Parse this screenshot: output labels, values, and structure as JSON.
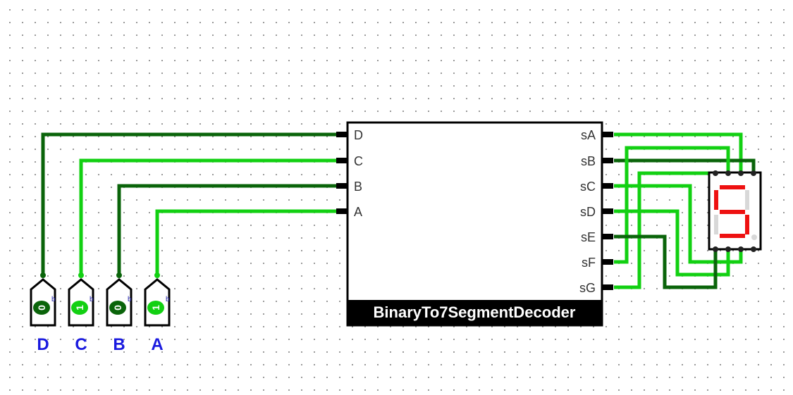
{
  "colors": {
    "wire_high": "#12d012",
    "wire_low": "#0a640a",
    "segment_on": "#ee1111",
    "segment_off": "#d8d8d8",
    "label_blue": "#1a1adf",
    "chip_title_bg": "#000000"
  },
  "decoder": {
    "title": "BinaryTo7SegmentDecoder",
    "inputs": [
      {
        "name": "D",
        "state": "low"
      },
      {
        "name": "C",
        "state": "high"
      },
      {
        "name": "B",
        "state": "low"
      },
      {
        "name": "A",
        "state": "high"
      }
    ],
    "outputs": [
      {
        "name": "sA",
        "state": "high"
      },
      {
        "name": "sB",
        "state": "low"
      },
      {
        "name": "sC",
        "state": "high"
      },
      {
        "name": "sD",
        "state": "high"
      },
      {
        "name": "sE",
        "state": "low"
      },
      {
        "name": "sF",
        "state": "high"
      },
      {
        "name": "sG",
        "state": "high"
      }
    ]
  },
  "input_pins": [
    {
      "label": "D",
      "value": "0",
      "radix": "b",
      "state": "low"
    },
    {
      "label": "C",
      "value": "1",
      "radix": "b",
      "state": "high"
    },
    {
      "label": "B",
      "value": "0",
      "radix": "b",
      "state": "low"
    },
    {
      "label": "A",
      "value": "1",
      "radix": "b",
      "state": "high"
    }
  ],
  "display": {
    "icon": "seven-segment-display-icon",
    "segments": {
      "a": true,
      "b": false,
      "c": true,
      "d": true,
      "e": false,
      "f": true,
      "g": true,
      "dp": false
    }
  }
}
